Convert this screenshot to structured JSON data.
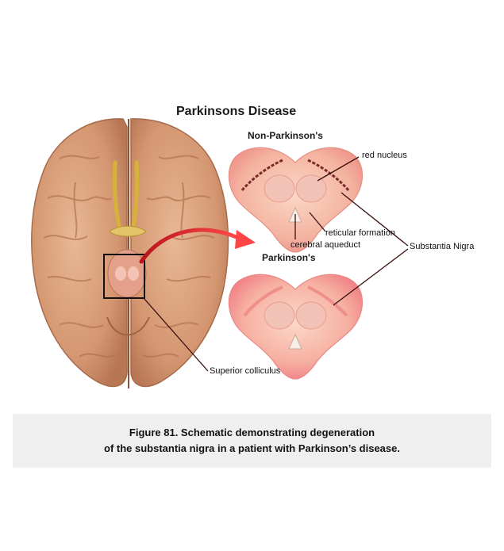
{
  "figure": {
    "main_title": "Parkinsons Disease",
    "panel_non_pd_title": "Non-Parkinson's",
    "panel_pd_title": "Parkinson's",
    "labels": {
      "red_nucleus": "red nucleus",
      "reticular_formation": "reticular formation",
      "cerebral_aqueduct": "cerebral aqueduct",
      "substantia_nigra": "Substantia Nigra",
      "superior_colliculus": "Superior colliculus"
    }
  },
  "caption": {
    "line1": "Figure 81. Schematic demonstrating degeneration",
    "line2": "of the substantia nigra in a patient with Parkinson’s disease."
  },
  "colors": {
    "brain": "#d9a07c",
    "brain_shadow": "#b97a56",
    "section_pink": "#f6b9a8",
    "section_edge": "#ef8c84",
    "degenerated_band": "#7a2a2a",
    "arrow_red": "#e0242a",
    "caption_bg": "#efefef"
  }
}
